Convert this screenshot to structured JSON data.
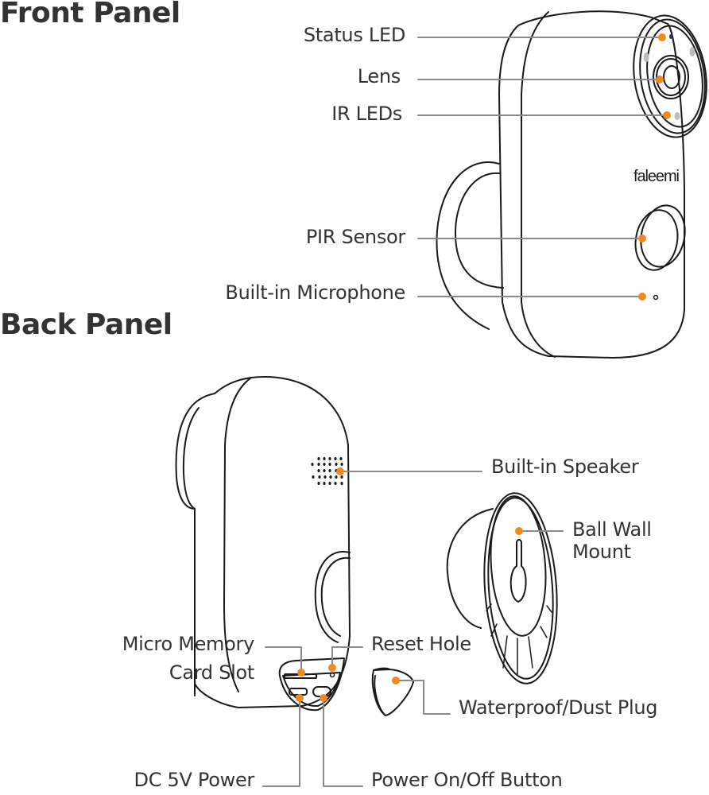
{
  "front_panel": {
    "title": "Front Panel",
    "brand": "faleemi",
    "labels": {
      "status_led": "Status LED",
      "lens": "Lens",
      "ir_leds": "IR LEDs",
      "pir_sensor": "PIR Sensor",
      "microphone": "Built-in Microphone"
    }
  },
  "back_panel": {
    "title": "Back Panel",
    "labels": {
      "speaker": "Built-in Speaker",
      "ball_mount_line1": "Ball Wall",
      "ball_mount_line2": "Mount",
      "card_slot_line1": "Micro Memory",
      "card_slot_line2": "Card Slot",
      "reset_hole": "Reset Hole",
      "plug": "Waterproof/Dust Plug",
      "dc_power": "DC 5V Power",
      "power_button": "Power On/Off Button"
    }
  },
  "colors": {
    "callout_dot": "#f08a1c",
    "leader_line": "#8a8a8a",
    "outline": "#1a1a1a",
    "ir_led": "#bdbdbd",
    "text": "#333333"
  }
}
